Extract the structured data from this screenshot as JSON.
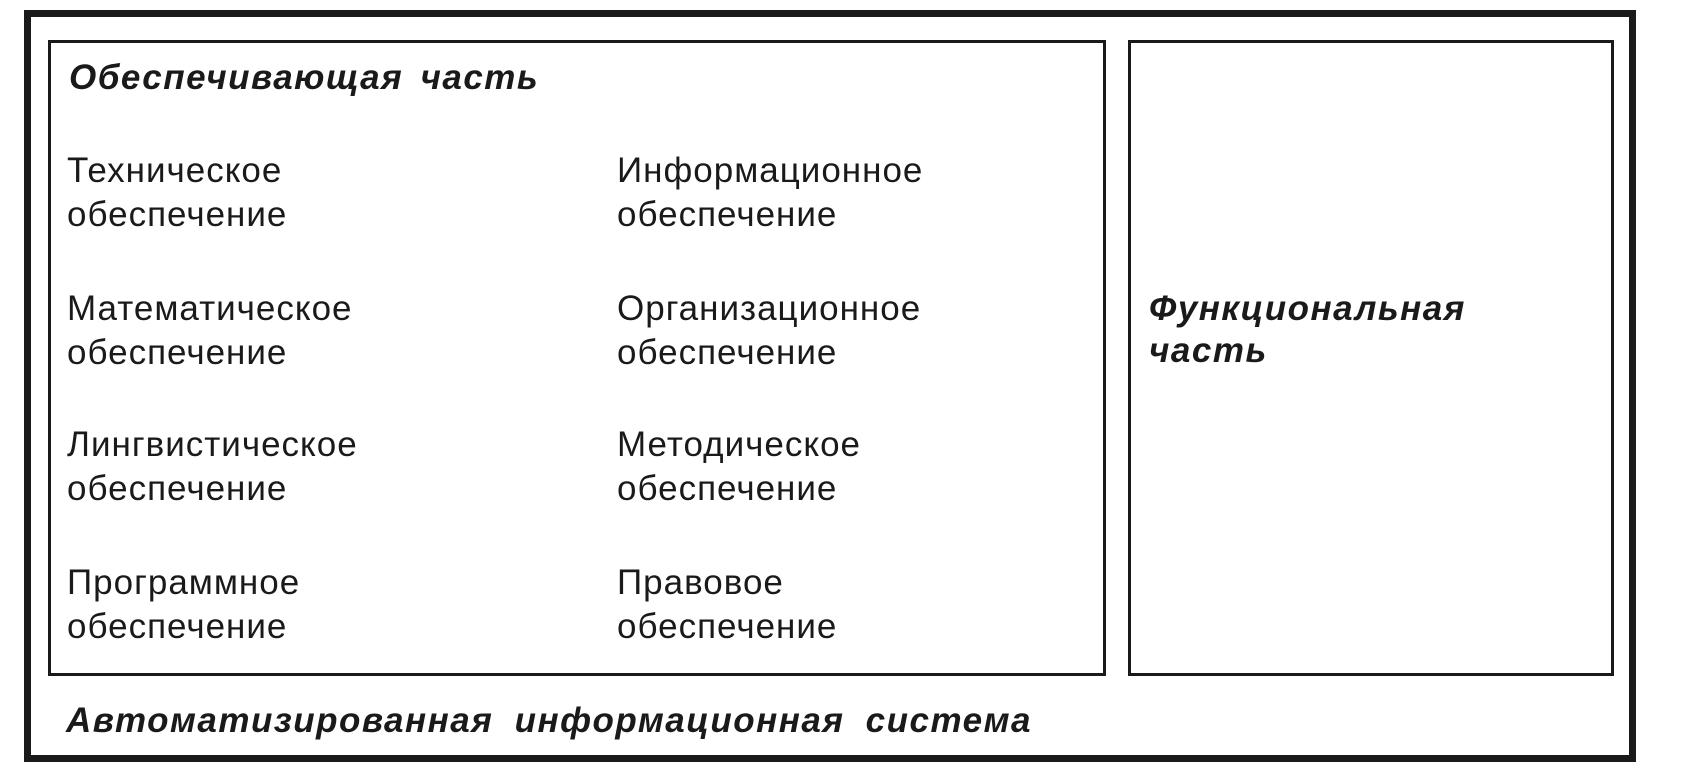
{
  "diagram": {
    "system_title": "Автоматизированная информационная система",
    "support_part": {
      "title": "Обеспечивающая часть",
      "left_items": [
        {
          "line1": "Техническое",
          "line2": "обеспечение"
        },
        {
          "line1": "Математическое",
          "line2": "обеспечение"
        },
        {
          "line1": "Лингвистическое",
          "line2": "обеспечение"
        },
        {
          "line1": "Программное",
          "line2": "обеспечение"
        }
      ],
      "right_items": [
        {
          "line1": "Информационное",
          "line2": "обеспечение"
        },
        {
          "line1": "Организационное",
          "line2": "обеспечение"
        },
        {
          "line1": "Методическое",
          "line2": "обеспечение"
        },
        {
          "line1": "Правовое",
          "line2": "обеспечение"
        }
      ]
    },
    "functional_part": {
      "title": "Функциональная часть"
    }
  }
}
